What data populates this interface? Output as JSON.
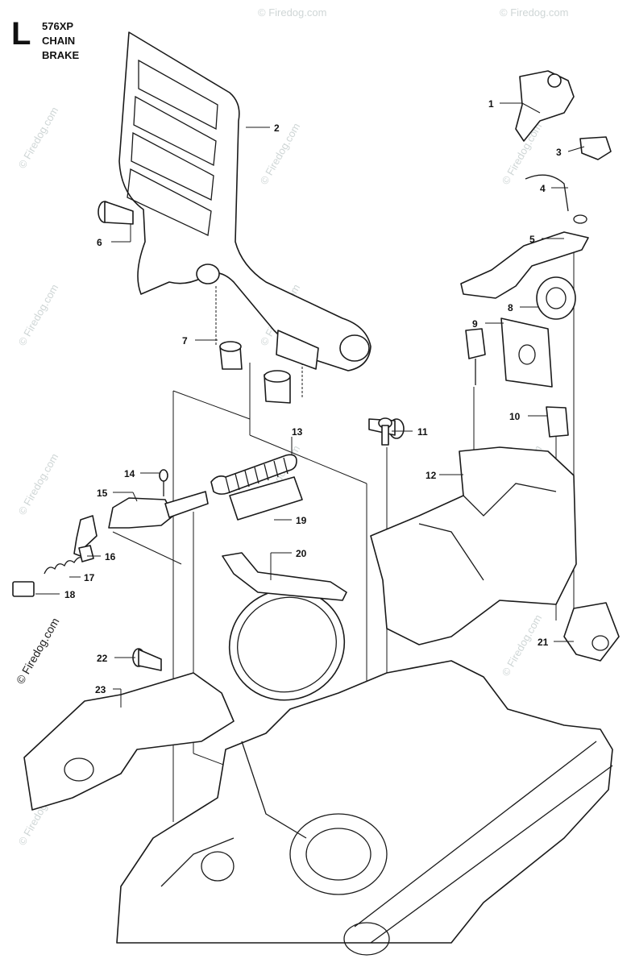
{
  "header": {
    "section_letter": "L",
    "model": "576XP",
    "title_line1": "CHAIN",
    "title_line2": "BRAKE"
  },
  "watermark": {
    "text": "© Firedog.com"
  },
  "callouts": [
    {
      "id": "1",
      "label": "1"
    },
    {
      "id": "2",
      "label": "2"
    },
    {
      "id": "3",
      "label": "3"
    },
    {
      "id": "4",
      "label": "4"
    },
    {
      "id": "5",
      "label": "5"
    },
    {
      "id": "6",
      "label": "6"
    },
    {
      "id": "7",
      "label": "7"
    },
    {
      "id": "8",
      "label": "8"
    },
    {
      "id": "9",
      "label": "9"
    },
    {
      "id": "10",
      "label": "10"
    },
    {
      "id": "11",
      "label": "11"
    },
    {
      "id": "12",
      "label": "12"
    },
    {
      "id": "13",
      "label": "13"
    },
    {
      "id": "14",
      "label": "14"
    },
    {
      "id": "15",
      "label": "15"
    },
    {
      "id": "16",
      "label": "16"
    },
    {
      "id": "17",
      "label": "17"
    },
    {
      "id": "18",
      "label": "18"
    },
    {
      "id": "19",
      "label": "19"
    },
    {
      "id": "20",
      "label": "20"
    },
    {
      "id": "21",
      "label": "21"
    },
    {
      "id": "22",
      "label": "22"
    },
    {
      "id": "23",
      "label": "23"
    }
  ]
}
